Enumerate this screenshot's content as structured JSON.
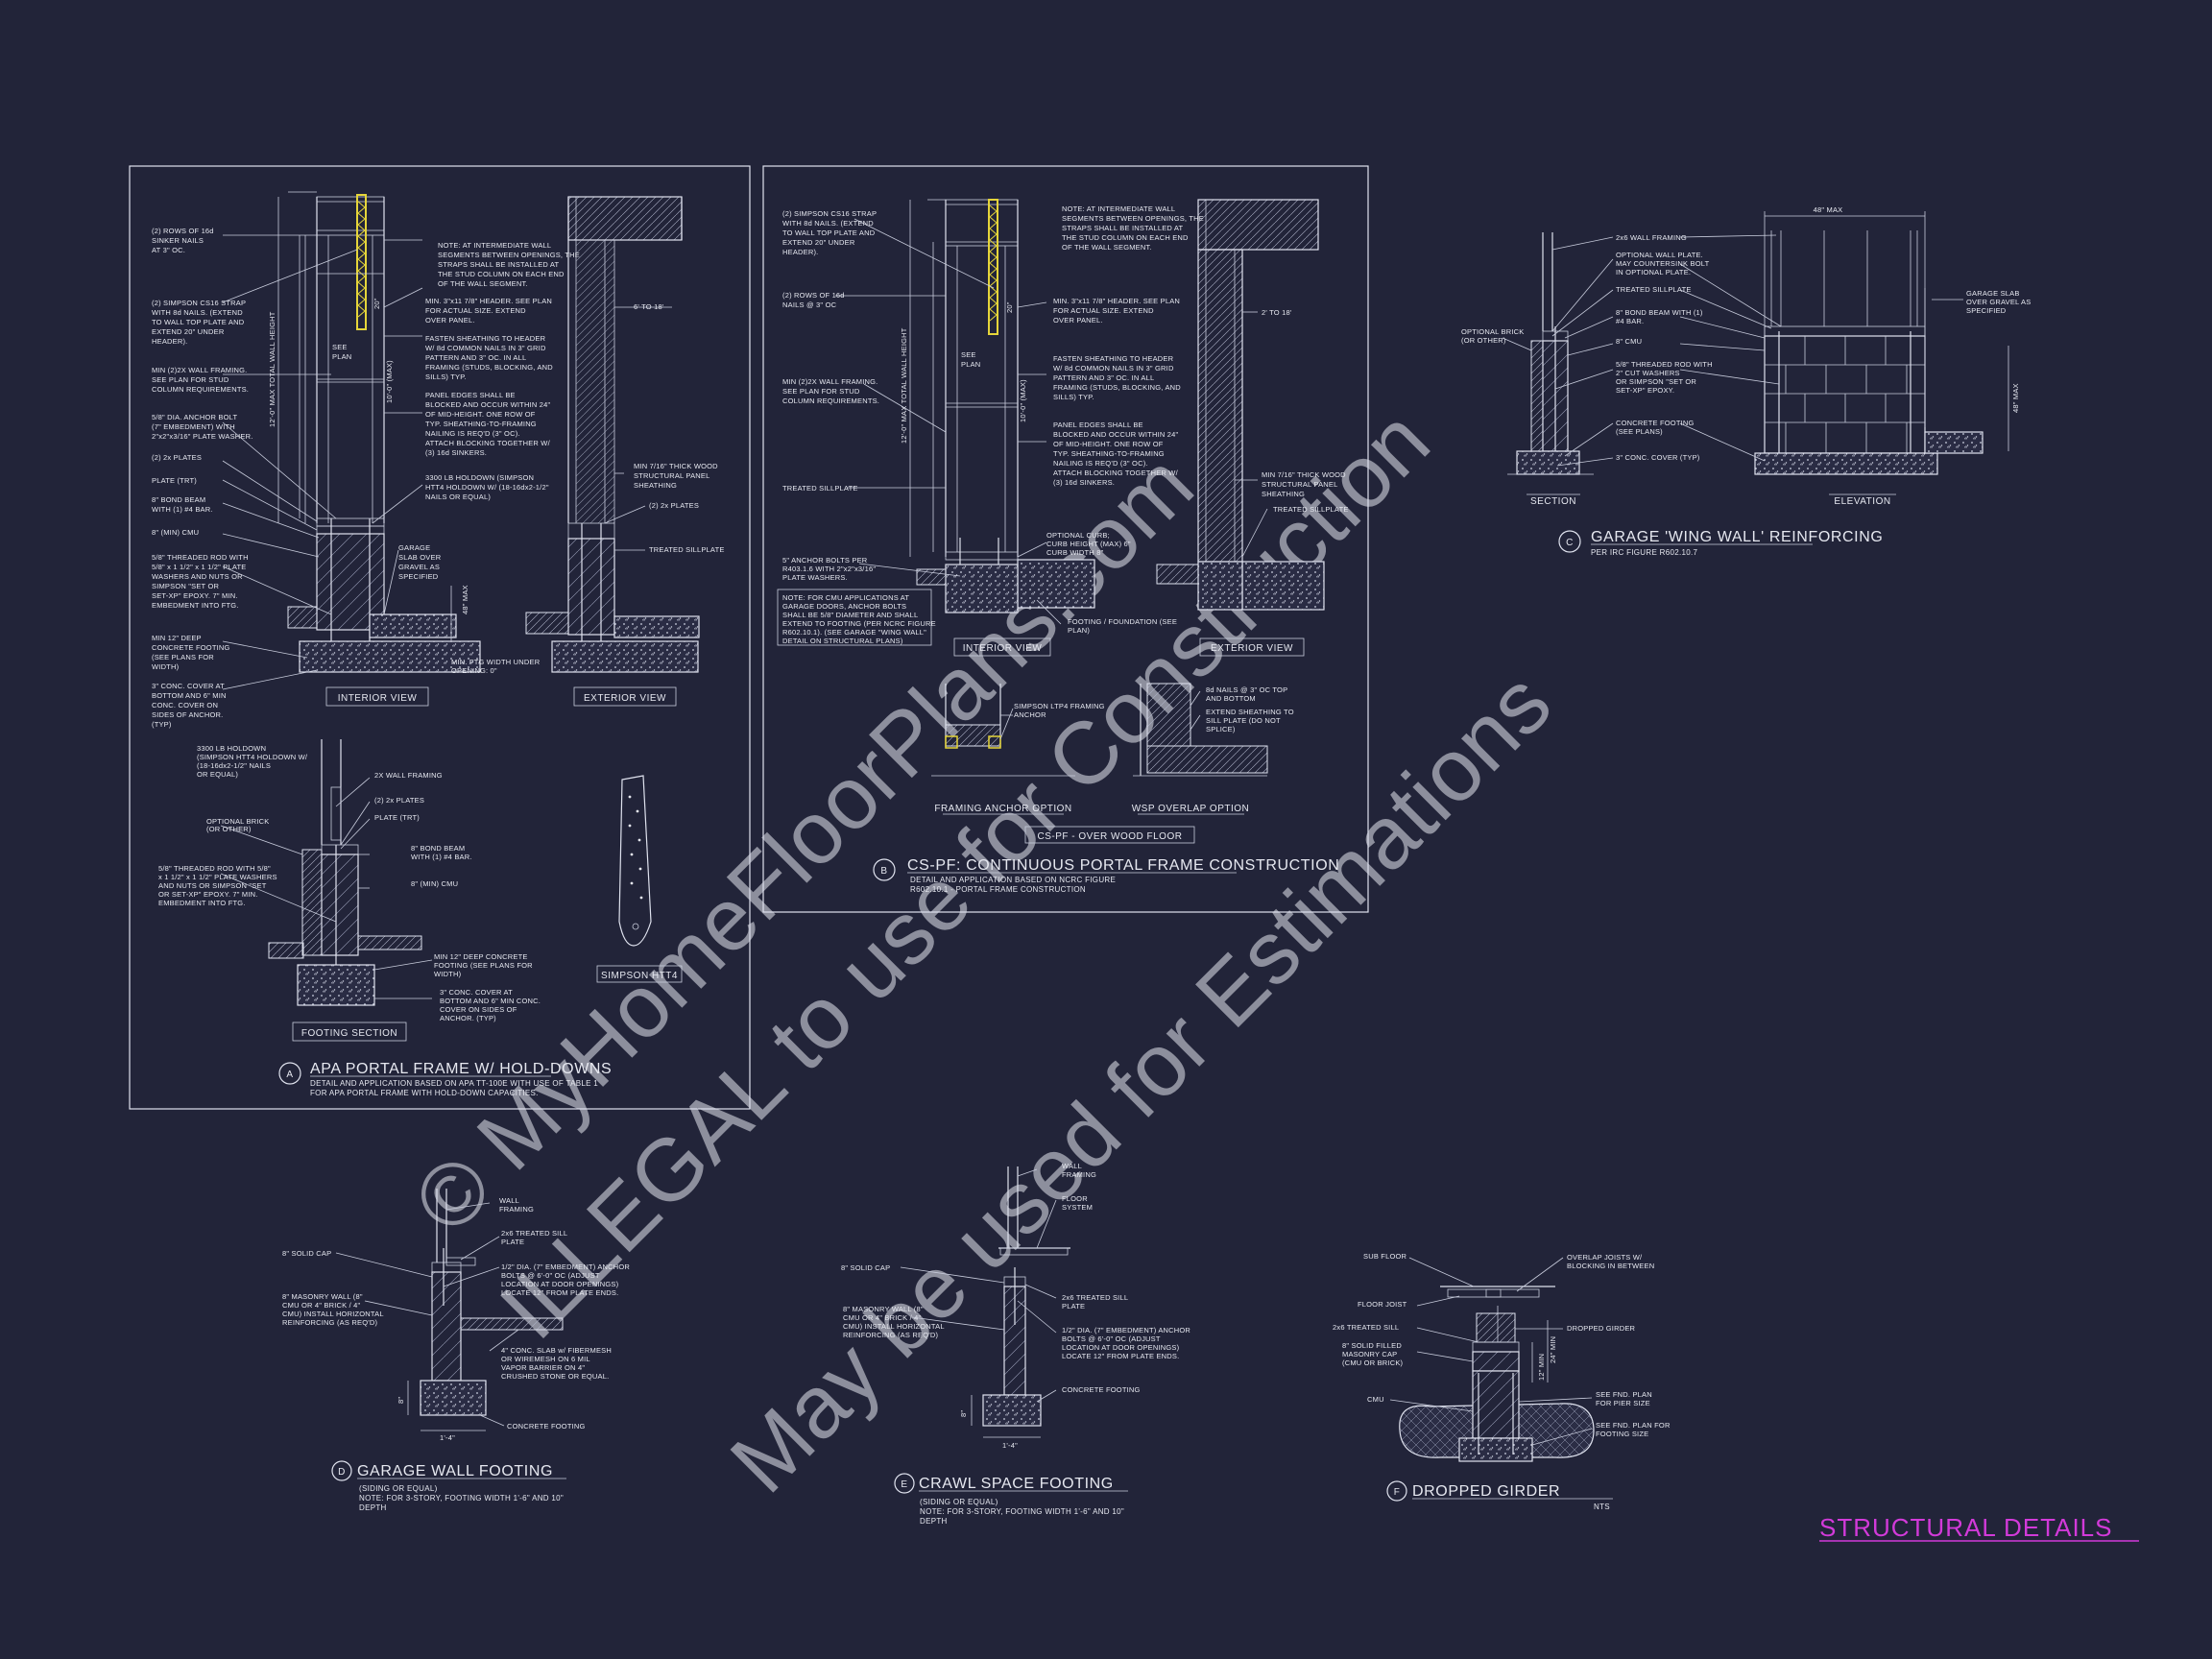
{
  "sheet_title": "STRUCTURAL DETAILS",
  "colors": {
    "background": "#222439",
    "linework": "#e6e8f0",
    "title_accent": "#d23ad9",
    "strap_highlight": "#e5d53a"
  },
  "watermark": [
    "© MyHomeFloorPlans.com",
    "ILLEGAL to use for Construction",
    "May be used for Estimations"
  ],
  "detail_a": {
    "letter": "A",
    "title": "APA PORTAL FRAME W/ HOLD-DOWNS",
    "subtitle": [
      "DETAIL AND APPLICATION BASED ON APA TT-100E WITH USE OF TABLE 1",
      "FOR APA PORTAL FRAME WITH HOLD-DOWN CAPACITIES."
    ],
    "view_labels": {
      "interior": "INTERIOR VIEW",
      "exterior": "EXTERIOR VIEW",
      "footing": "FOOTING SECTION",
      "simpson": "SIMPSON HTT4"
    },
    "left_notes": [
      "(2) ROWS OF 16d",
      "SINKER NAILS",
      "AT 3\" OC.",
      "(2) SIMPSON CS16 STRAP",
      "WITH 8d NAILS. (EXTEND",
      "TO WALL TOP PLATE AND",
      "EXTEND 20\" UNDER",
      "HEADER).",
      "MIN (2)2X WALL FRAMING.",
      "SEE PLAN FOR STUD",
      "COLUMN REQUIREMENTS.",
      "5/8\" DIA. ANCHOR BOLT",
      "(7\" EMBEDMENT) WITH",
      "2\"x2\"x3/16\" PLATE WASHER.",
      "(2) 2x PLATES",
      "PLATE (TRT)",
      "8\" BOND BEAM",
      "WITH (1) #4 BAR.",
      "8\" (MIN) CMU",
      "5/8\" THREADED ROD WITH",
      "5/8\" x 1 1/2\" x 1 1/2\" PLATE",
      "WASHERS AND NUTS OR",
      "SIMPSON \"SET OR",
      "SET-XP\" EPOXY. 7\" MIN.",
      "EMBEDMENT INTO FTG.",
      "MIN 12\" DEEP",
      "CONCRETE FOOTING",
      "(SEE PLANS FOR",
      "WIDTH)",
      "3\" CONC. COVER AT",
      "BOTTOM AND 6\" MIN",
      "CONC. COVER ON",
      "SIDES OF ANCHOR.",
      "(TYP)"
    ],
    "mid_notes": [
      "NOTE: AT INTERMEDIATE WALL",
      "SEGMENTS BETWEEN OPENINGS, THE",
      "STRAPS SHALL BE INSTALLED AT",
      "THE STUD COLUMN ON EACH END",
      "OF THE WALL SEGMENT.",
      "MIN. 3\"x11 7/8\" HEADER. SEE PLAN",
      "FOR ACTUAL SIZE. EXTEND",
      "OVER PANEL.",
      "FASTEN SHEATHING TO HEADER",
      "W/ 8d COMMON NAILS IN 3\" GRID",
      "PATTERN AND 3\" OC. IN ALL",
      "FRAMING (STUDS, BLOCKING, AND",
      "SILLS) TYP.",
      "PANEL EDGES SHALL BE",
      "BLOCKED AND OCCUR WITHIN 24\"",
      "OF MID-HEIGHT. ONE ROW OF",
      "TYP. SHEATHING-TO-FRAMING",
      "NAILING IS REQ'D (3\" OC).",
      "ATTACH BLOCKING TOGETHER W/",
      "(3) 16d SINKERS.",
      "3300 LB HOLDOWN (SIMPSON",
      "HTT4 HOLDOWN W/ (18-16dx2-1/2\"",
      "NAILS OR EQUAL)",
      "GARAGE",
      "SLAB OVER",
      "GRAVEL AS",
      "SPECIFIED",
      "MIN. FTG WIDTH UNDER",
      "OPENING: 0\""
    ],
    "right_notes": [
      "6' TO 18'",
      "MIN 7/16\" THICK WOOD",
      "STRUCTURAL PANEL",
      "SHEATHING",
      "(2) 2x PLATES",
      "TREATED SILLPLATE"
    ],
    "dims": [
      "12'-0\" MAX TOTAL WALL HEIGHT",
      "10'-0\" (MAX)",
      "20\"",
      "48\" MAX",
      "SEE",
      "PLAN"
    ],
    "footing_notes": [
      "3300 LB HOLDOWN",
      "(SIMPSON HTT4 HOLDOWN W/",
      "(18-16dx2-1/2\" NAILS",
      "OR EQUAL)",
      "2X WALL FRAMING",
      "(2) 2x PLATES",
      "PLATE (TRT)",
      "OPTIONAL BRICK",
      "(OR OTHER)",
      "8\" BOND BEAM",
      "WITH (1) #4 BAR.",
      "5/8\" THREADED ROD WITH 5/8\"",
      "x 1 1/2\" x 1 1/2\" PLATE WASHERS",
      "AND NUTS OR SIMPSON \"SET",
      "OR SET-XP\" EPOXY. 7\" MIN.",
      "EMBEDMENT INTO FTG.",
      "8\" (MIN) CMU",
      "MIN 12\" DEEP CONCRETE",
      "FOOTING (SEE PLANS FOR",
      "WIDTH)",
      "3\" CONC. COVER AT",
      "BOTTOM AND 6\" MIN CONC.",
      "COVER ON SIDES OF",
      "ANCHOR. (TYP)"
    ]
  },
  "detail_b": {
    "letter": "B",
    "title": "CS-PF: CONTINUOUS PORTAL FRAME CONSTRUCTION",
    "subtitle": [
      "DETAIL AND APPLICATION BASED ON NCRC FIGURE",
      "R602.10.1 - PORTAL FRAME CONSTRUCTION"
    ],
    "view_labels": {
      "interior": "INTERIOR VIEW",
      "exterior": "EXTERIOR VIEW",
      "framing": "FRAMING ANCHOR OPTION",
      "wsp": "WSP OVERLAP OPTION",
      "floor": "CS-PF - OVER WOOD FLOOR"
    },
    "left_notes": [
      "(2) SIMPSON CS16 STRAP",
      "WITH 8d NAILS. (EXTEND",
      "TO WALL TOP PLATE AND",
      "EXTEND 20\" UNDER",
      "HEADER).",
      "(2) ROWS OF 16d",
      "NAILS @ 3\" OC",
      "MIN (2)2X WALL FRAMING.",
      "SEE PLAN FOR STUD",
      "COLUMN REQUIREMENTS.",
      "TREATED SILLPLATE",
      "5\" ANCHOR BOLTS PER",
      "R403.1.6 WITH 2\"x2\"x3/16\"",
      "PLATE WASHERS.",
      "NOTE: FOR CMU APPLICATIONS AT",
      "GARAGE DOORS, ANCHOR BOLTS",
      "SHALL BE 5/8\" DIAMETER AND SHALL",
      "EXTEND TO FOOTING (PER NCRC FIGURE",
      "R602.10.1). (SEE GARAGE \"WING WALL\"",
      "DETAIL ON STRUCTURAL PLANS)"
    ],
    "mid_notes": [
      "NOTE: AT INTERMEDIATE WALL",
      "SEGMENTS BETWEEN OPENINGS, THE",
      "STRAPS SHALL BE INSTALLED AT",
      "THE STUD COLUMN ON EACH END",
      "OF THE WALL SEGMENT.",
      "MIN. 3\"x11 7/8\" HEADER. SEE PLAN",
      "FOR ACTUAL SIZE. EXTEND",
      "OVER PANEL.",
      "FASTEN SHEATHING TO HEADER",
      "W/ 8d COMMON NAILS IN 3\" GRID",
      "PATTERN AND 3\" OC. IN ALL",
      "FRAMING (STUDS, BLOCKING, AND",
      "SILLS) TYP.",
      "PANEL EDGES SHALL BE",
      "BLOCKED AND OCCUR WITHIN 24\"",
      "OF MID-HEIGHT. ONE ROW OF",
      "TYP. SHEATHING-TO-FRAMING",
      "NAILING IS REQ'D (3\" OC).",
      "ATTACH BLOCKING TOGETHER W/",
      "(3) 16d SINKERS.",
      "OPTIONAL CURB;",
      "CURB HEIGHT (MAX) 6\"",
      "CURB WIDTH 8\"",
      "FOOTING / FOUNDATION (SEE",
      "PLAN)"
    ],
    "right_notes": [
      "2' TO 18'",
      "MIN 7/16\" THICK WOOD",
      "STRUCTURAL PANEL",
      "SHEATHING",
      "TREATED SILLPLATE"
    ],
    "option_notes": [
      "SIMPSON LTP4 FRAMING",
      "ANCHOR",
      "8d NAILS @ 3\" OC TOP",
      "AND BOTTOM",
      "EXTEND SHEATHING TO",
      "SILL PLATE (DO NOT",
      "SPLICE)"
    ],
    "dims": [
      "12'-0\" MAX TOTAL WALL HEIGHT",
      "10'-0\" (MAX)",
      "20\"",
      "SEE",
      "PLAN"
    ]
  },
  "detail_c": {
    "letter": "C",
    "title": "GARAGE 'WING WALL' REINFORCING",
    "subtitle": "PER IRC FIGURE R602.10.7",
    "view_labels": {
      "section": "SECTION",
      "elevation": "ELEVATION"
    },
    "notes": [
      "2x6 WALL FRAMING",
      "OPTIONAL WALL PLATE.",
      "MAY COUNTERSINK BOLT",
      "IN OPTIONAL PLATE.",
      "TREATED SILLPLATE",
      "8\" BOND BEAM WITH (1)",
      "#4 BAR.",
      "8\" CMU",
      "5/8\" THREADED ROD WITH",
      "2\" CUT WASHERS",
      "OR SIMPSON \"SET OR",
      "SET-XP\" EPOXY.",
      "CONCRETE FOOTING",
      "(SEE PLANS)",
      "3\" CONC. COVER (TYP)",
      "OPTIONAL BRICK",
      "(OR OTHER)",
      "GARAGE SLAB",
      "OVER GRAVEL AS",
      "SPECIFIED"
    ],
    "dims": [
      "48\" MAX",
      "48\" MAX"
    ]
  },
  "detail_d": {
    "letter": "D",
    "title": "GARAGE WALL FOOTING",
    "subtitle": [
      "(SIDING OR EQUAL)",
      "NOTE: FOR 3-STORY, FOOTING WIDTH 1'-6\" AND 10\"",
      "DEPTH"
    ],
    "notes": [
      "WALL",
      "FRAMING",
      "8\" SOLID CAP",
      "2x6 TREATED SILL",
      "PLATE",
      "1/2\" DIA. (7\" EMBEDMENT) ANCHOR",
      "BOLTS @ 6'-0\" OC (ADJUST",
      "LOCATION AT DOOR OPENINGS)",
      "LOCATE 12\" FROM PLATE ENDS.",
      "8\" MASONRY WALL (8\"",
      "CMU OR 4\" BRICK / 4\"",
      "CMU) INSTALL HORIZONTAL",
      "REINFORCING (AS REQ'D)",
      "4\" CONC. SLAB w/ FIBERMESH",
      "OR WIREMESH ON 6 MIL",
      "VAPOR BARRIER ON 4\"",
      "CRUSHED STONE OR EQUAL.",
      "CONCRETE FOOTING",
      "8\"",
      "1'-4\""
    ]
  },
  "detail_e": {
    "letter": "E",
    "title": "CRAWL SPACE FOOTING",
    "subtitle": [
      "(SIDING OR EQUAL)",
      "NOTE: FOR 3-STORY, FOOTING WIDTH 1'-6\" AND 10\"",
      "DEPTH"
    ],
    "notes": [
      "WALL",
      "FRAMING",
      "FLOOR",
      "SYSTEM",
      "8\" SOLID CAP",
      "2x6 TREATED SILL",
      "PLATE",
      "8\" MASONRY WALL (8\"",
      "CMU OR 4\" BRICK / 4\"",
      "CMU) INSTALL HORIZONTAL",
      "REINFORCING (AS REQ'D)",
      "1/2\" DIA. (7\" EMBEDMENT) ANCHOR",
      "BOLTS @ 6'-0\" OC (ADJUST",
      "LOCATION AT DOOR OPENINGS)",
      "LOCATE 12\" FROM PLATE ENDS.",
      "CONCRETE FOOTING",
      "8\"",
      "1'-4\""
    ]
  },
  "detail_f": {
    "letter": "F",
    "title": "DROPPED GIRDER",
    "subtitle": "NTS",
    "notes": [
      "SUB FLOOR",
      "OVERLAP JOISTS W/",
      "BLOCKING IN BETWEEN",
      "FLOOR JOIST",
      "2x6 TREATED SILL",
      "DROPPED GIRDER",
      "8\" SOLID FILLED",
      "MASONRY CAP",
      "(CMU OR BRICK)",
      "CMU",
      "SEE FND. PLAN",
      "FOR PIER SIZE",
      "SEE FND. PLAN FOR",
      "FOOTING SIZE",
      "12\" MIN",
      "24\" MIN"
    ]
  }
}
